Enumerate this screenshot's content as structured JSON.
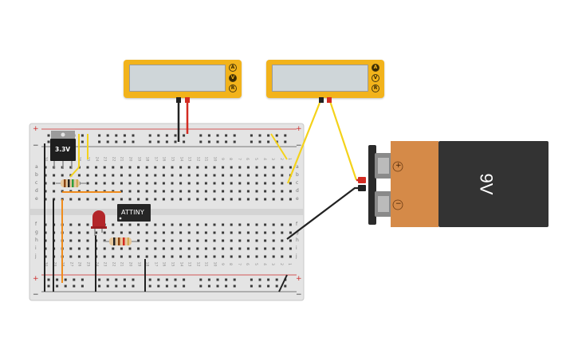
{
  "meters": [
    {
      "name": "multimeter-1",
      "knobs": [
        "A",
        "V",
        "R"
      ],
      "active": "V"
    },
    {
      "name": "multimeter-2",
      "knobs": [
        "A",
        "V",
        "R"
      ],
      "active": "A"
    }
  ],
  "regulator": {
    "label": "3.3V"
  },
  "chip": {
    "label": "ATTINY"
  },
  "battery": {
    "label": "9V",
    "plus": "+",
    "minus": "−"
  },
  "breadboard": {
    "rail_plus": "+",
    "rail_minus": "−",
    "rows_top": [
      "a",
      "b",
      "c",
      "d",
      "e"
    ],
    "rows_bottom": [
      "f",
      "g",
      "h",
      "i",
      "j"
    ],
    "columns": [
      "30",
      "29",
      "28",
      "27",
      "26",
      "25",
      "24",
      "23",
      "22",
      "21",
      "20",
      "19",
      "18",
      "17",
      "16",
      "15",
      "14",
      "13",
      "12",
      "11",
      "10",
      "9",
      "8",
      "7",
      "6",
      "5",
      "4",
      "3",
      "2",
      "1"
    ]
  },
  "colors": {
    "wire_red": "#d32b22",
    "wire_black": "#222222",
    "wire_yellow": "#f4d21a",
    "wire_orange": "#f08c1c",
    "meter_body": "#f2b31b",
    "battery_orange": "#d58a48",
    "battery_black": "#333333"
  }
}
